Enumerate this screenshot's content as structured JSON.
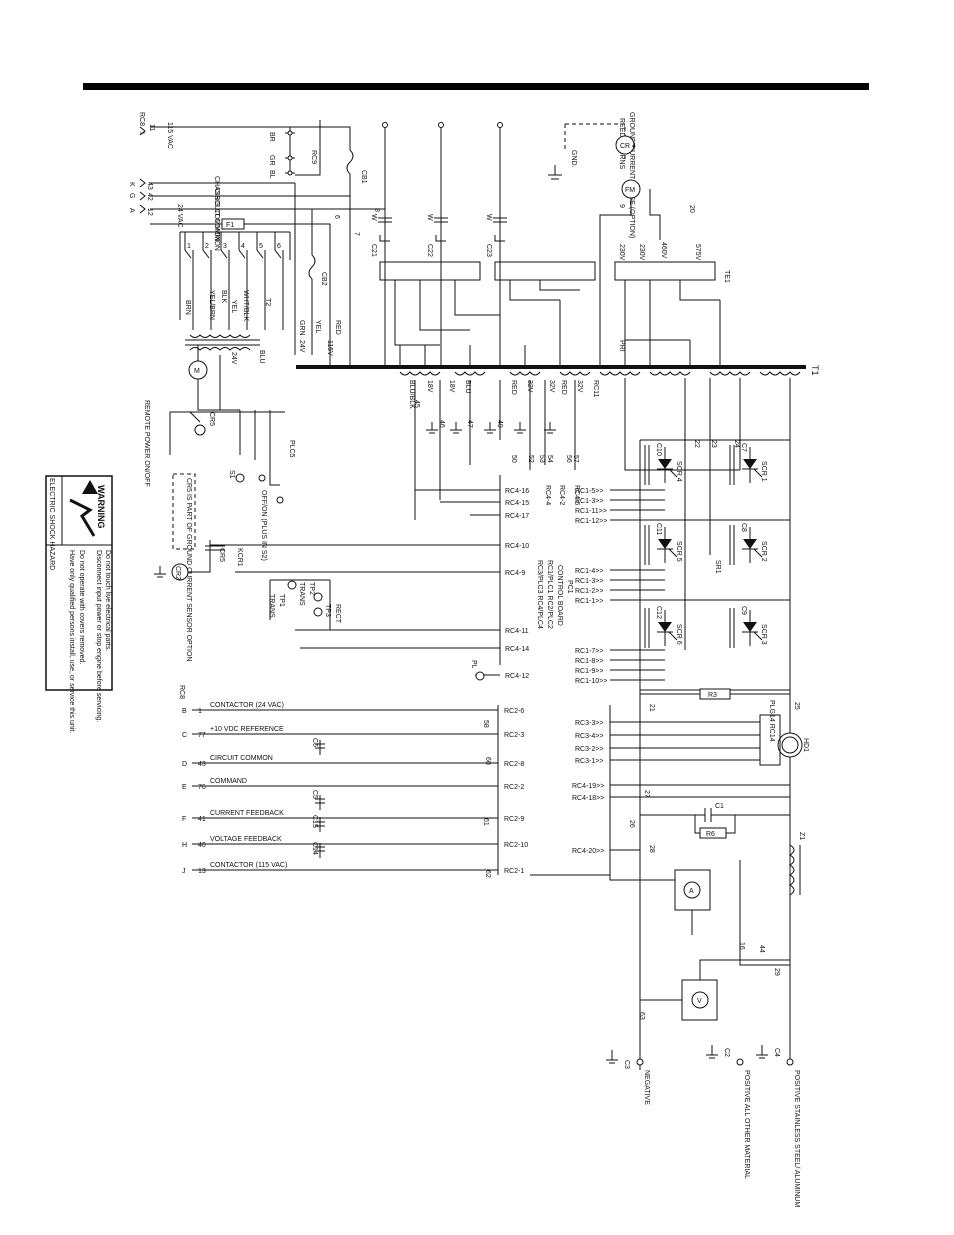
{
  "left_terminals": [
    {
      "conn": "RC8",
      "pin": "I",
      "wire": "11",
      "label": "115 VAC"
    },
    {
      "conn": "",
      "pin": "K",
      "wire": "43",
      "label": "CHASSIS COMMON"
    },
    {
      "conn": "",
      "pin": "G",
      "wire": "42",
      "label": "CIRCUIT COMMON"
    },
    {
      "conn": "",
      "pin": "A",
      "wire": "12",
      "label": "24 VAC"
    }
  ],
  "switch_labels": {
    "rc9": "RC9",
    "br": "BR",
    "gr": "GR",
    "bl": "BL"
  },
  "cb1": "CB1",
  "cb2": "CB2",
  "f1": "F1",
  "t2_labels": [
    "BRN",
    "YEL/BRN",
    "BLK",
    "YEL",
    "WHT/BLK",
    "T2",
    "GRN",
    "YEL",
    "RED",
    "24V",
    "115V",
    "BLU"
  ],
  "ground_sense": {
    "title": "GROUND CURRENT SENSE (OPTION)",
    "sub": "REED 2 TURNS",
    "gnd": "GND.",
    "cr": "CR 4",
    "fm": "FM"
  },
  "caps": [
    "C21",
    "C22",
    "C23"
  ],
  "cap_w": "W",
  "te1": "TE1",
  "taps": [
    "575V",
    "230V",
    "460V",
    "230V"
  ],
  "t1": "T1",
  "pri": "PRI",
  "sec_labels": [
    "BLU/BLK",
    "18V",
    "B",
    "18V",
    "BLU",
    "RED",
    "32V",
    "RED",
    "32V",
    "B",
    "BLK",
    "RED",
    "32V",
    "RC11",
    "PLC5"
  ],
  "motor": "M",
  "fm_ref": "FM",
  "remote": {
    "label": "REMOTE POWER ON/OFF",
    "cr5": "CR5",
    "s1": "S1",
    "ro": "OFF/ON (PLUS IN S2)"
  },
  "plc5": "PLC5",
  "option_box": "CR5 IS PART OF GROUND CURRENT SENSOR OPTION",
  "cr5b": "CR5",
  "kcr1": "KCR1",
  "cr2": "CR2",
  "rc4_left": [
    "RC4-16",
    "RC4-15",
    "RC4-17",
    "RC4-10",
    "RC4-9",
    "RC4-11",
    "RC4-14",
    "RC4-12"
  ],
  "rc4_mid": [
    "RC4-4",
    "RC4-2",
    "RC4-6"
  ],
  "tp": {
    "tp1": "TP1",
    "trans1": "TRANS",
    "tp2": "TP2",
    "trans2": "TRANS",
    "tp3": "TP3",
    "rect": "RECT"
  },
  "pc1": {
    "title": "PC1",
    "sub": "CONTROL BOARD",
    "l1": "RC1/PLC1 RC2/PLC2",
    "l2": "RC3/PLC3 RC4/PLC4"
  },
  "pl": "PL",
  "rc8b": "RC8",
  "rc2_rows": [
    {
      "pin": "B",
      "wire": "1",
      "label": "CONTACTOR (24 VAC)",
      "rc": "RC2-6"
    },
    {
      "pin": "C",
      "wire": "77",
      "label": "+10 VDC REFERENCE",
      "rc": "RC2-3"
    },
    {
      "pin": "D",
      "wire": "43",
      "label": "CIRCUIT COMMON",
      "rc": "RC2-8"
    },
    {
      "pin": "E",
      "wire": "76",
      "label": "COMMAND",
      "rc": "RC2-2"
    },
    {
      "pin": "F",
      "wire": "41",
      "label": "CURRENT FEEDBACK",
      "rc": "RC2-9"
    },
    {
      "pin": "H",
      "wire": "40",
      "label": "VOLTAGE FEEDBACK",
      "rc": "RC2-10"
    },
    {
      "pin": "J",
      "wire": "13",
      "label": "CONTACTOR (115 VAC)",
      "rc": "RC2-1"
    }
  ],
  "small_caps": [
    "C6",
    "C5",
    "C15",
    "C14"
  ],
  "rc1_labels": [
    "RC1-5",
    "RC1-3",
    "RC1-11",
    "RC1-12",
    "RC1-4",
    "RC1-3",
    "RC1-2",
    "RC1-1",
    "RC1-7",
    "RC1-8",
    "RC1-9",
    "RC1-10"
  ],
  "scr_labels": [
    "SCR 4",
    "SCR 1",
    "SCR 5",
    "SCR 2",
    "SCR 6",
    "SCR 3"
  ],
  "scr_caps": [
    "C10",
    "C7",
    "C11",
    "C8",
    "C12",
    "C9"
  ],
  "sr1": "SR1",
  "r3": "R3",
  "hd1": {
    "label": "HD1",
    "plug": "PLG14 RC14"
  },
  "rc3_labels": [
    "RC3-3",
    "RC3-4",
    "RC3-2",
    "RC3-1"
  ],
  "rc4_right": [
    "RC4-19",
    "RC4-18",
    "RC4-20"
  ],
  "c1": "C1",
  "r6": "R6",
  "z1": "Z1",
  "ammeter": "A",
  "voltmeter": "V",
  "outputs": [
    {
      "cap": "C4",
      "label": "POSITIVE STAINLESS STEEL/ ALUMINUM"
    },
    {
      "cap": "C2",
      "label": "POSITIVE ALL OTHER MATERIAL"
    },
    {
      "cap": "C3",
      "label": "NEGATIVE"
    }
  ],
  "warning": {
    "title": "WARNING",
    "shock": "ELECTRIC SHOCK HAZARD",
    "bullets": [
      "Do not touch live electrical parts.",
      "Disconnect input power or stop engine before servicing.",
      "Do not operate with covers removed.",
      "Have only qualified persons install, use, or service this unit."
    ]
  },
  "wire_numbers": [
    "6",
    "7",
    "8",
    "9",
    "20",
    "21",
    "22",
    "23",
    "24",
    "25",
    "26",
    "27",
    "28",
    "16",
    "29",
    "44",
    "45",
    "46",
    "47",
    "49",
    "50",
    "52",
    "53",
    "54",
    "56",
    "57",
    "58",
    "60",
    "61",
    "62",
    "63"
  ]
}
